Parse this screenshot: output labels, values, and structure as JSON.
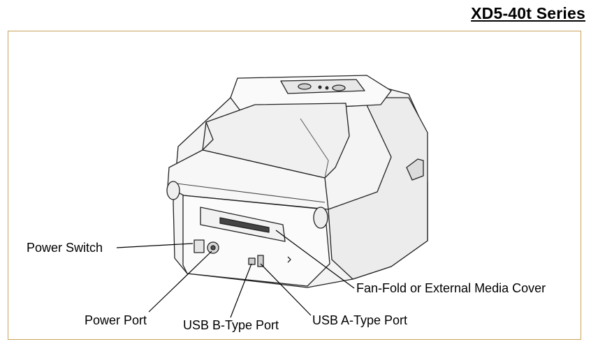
{
  "header": {
    "series_title": "XD5-40t Series"
  },
  "callouts": {
    "power_switch": "Power Switch",
    "power_port": "Power Port",
    "usb_b": "USB B-Type Port",
    "usb_a": "USB A-Type Port",
    "media_cover": "Fan-Fold or External Media Cover"
  }
}
